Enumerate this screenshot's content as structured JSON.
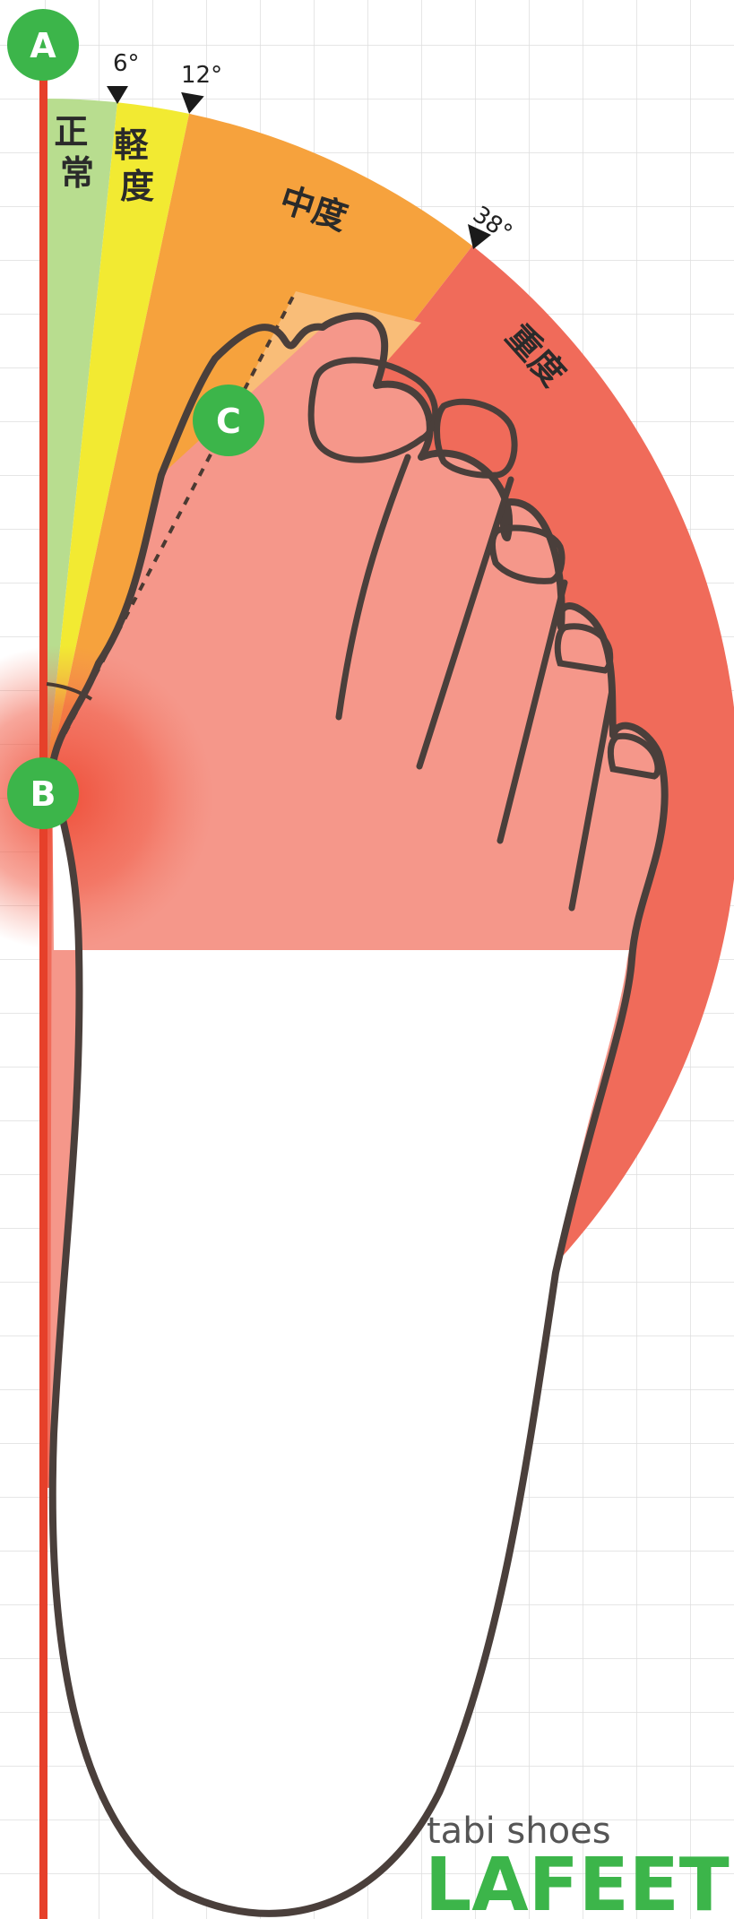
{
  "zones": [
    {
      "id": "normal",
      "label": "正常",
      "color": "#b8dd8f"
    },
    {
      "id": "mild",
      "label": "軽度",
      "color": "#f2ea32"
    },
    {
      "id": "moderate",
      "label": "中度",
      "color": "#f6a23d"
    },
    {
      "id": "severe",
      "label": "重度",
      "color": "#f06b5a"
    }
  ],
  "angles": [
    {
      "value": 6,
      "label": "6°"
    },
    {
      "value": 12,
      "label": "12°"
    },
    {
      "value": 38,
      "label": "38°"
    }
  ],
  "points": {
    "a": "A",
    "b": "B",
    "c": "C"
  },
  "point_color": "#3cb54a",
  "axis_color": "#e6402a",
  "brand": {
    "subtitle": "tabi shoes",
    "name": "LAFEET",
    "color": "#3cb54a"
  }
}
